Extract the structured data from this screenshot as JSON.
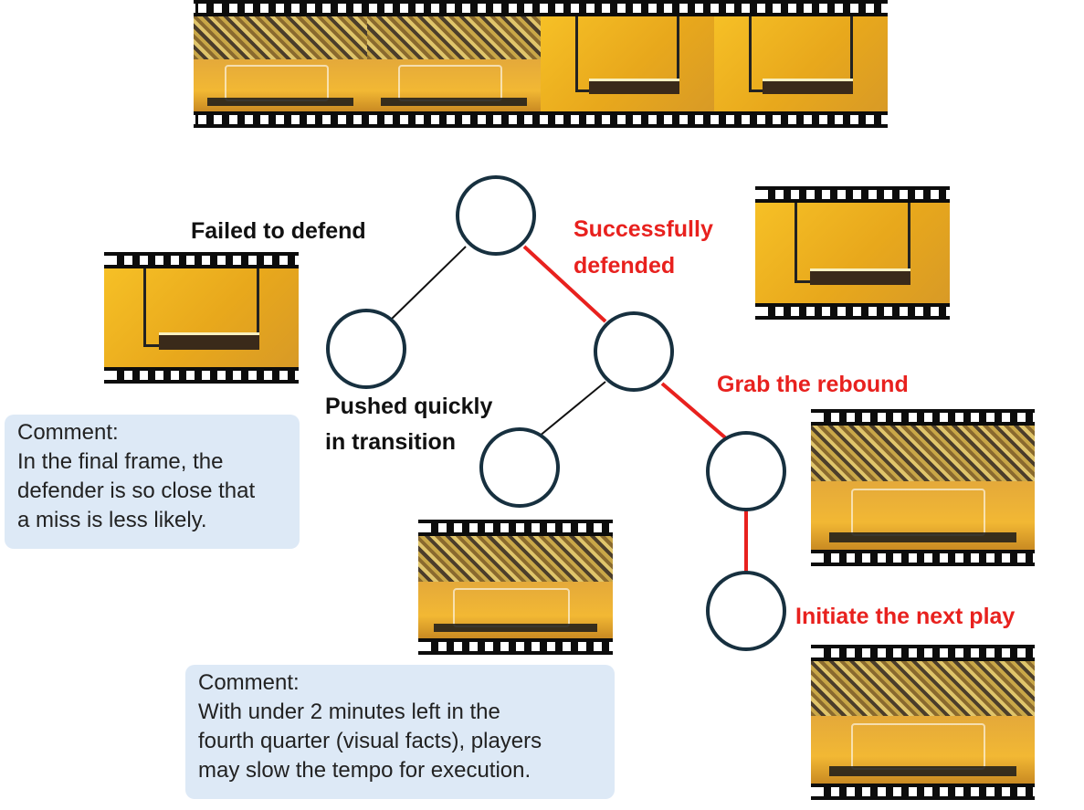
{
  "labels": {
    "failed_to_defend": "Failed to defend",
    "successfully_defended_1": "Successfully",
    "successfully_defended_2": "defended",
    "pushed_quickly_1": "Pushed quickly",
    "pushed_quickly_2": "in transition",
    "grab_the_rebound": "Grab the rebound",
    "initiate_next_play": "Initiate the next play"
  },
  "comments": {
    "left": {
      "heading": "Comment:",
      "lines": [
        "In the final frame, the",
        "defender is so close that",
        "a miss is less likely."
      ]
    },
    "bottom": {
      "heading": "Comment:",
      "lines": [
        "With under 2 minutes left in the",
        "fourth quarter (visual facts), players",
        "may slow the tempo for execution."
      ]
    }
  },
  "colors": {
    "selected_path": "#e8211e",
    "other_path": "#111111",
    "node_stroke": "#17303f",
    "comment_bg": "#dde9f6"
  }
}
